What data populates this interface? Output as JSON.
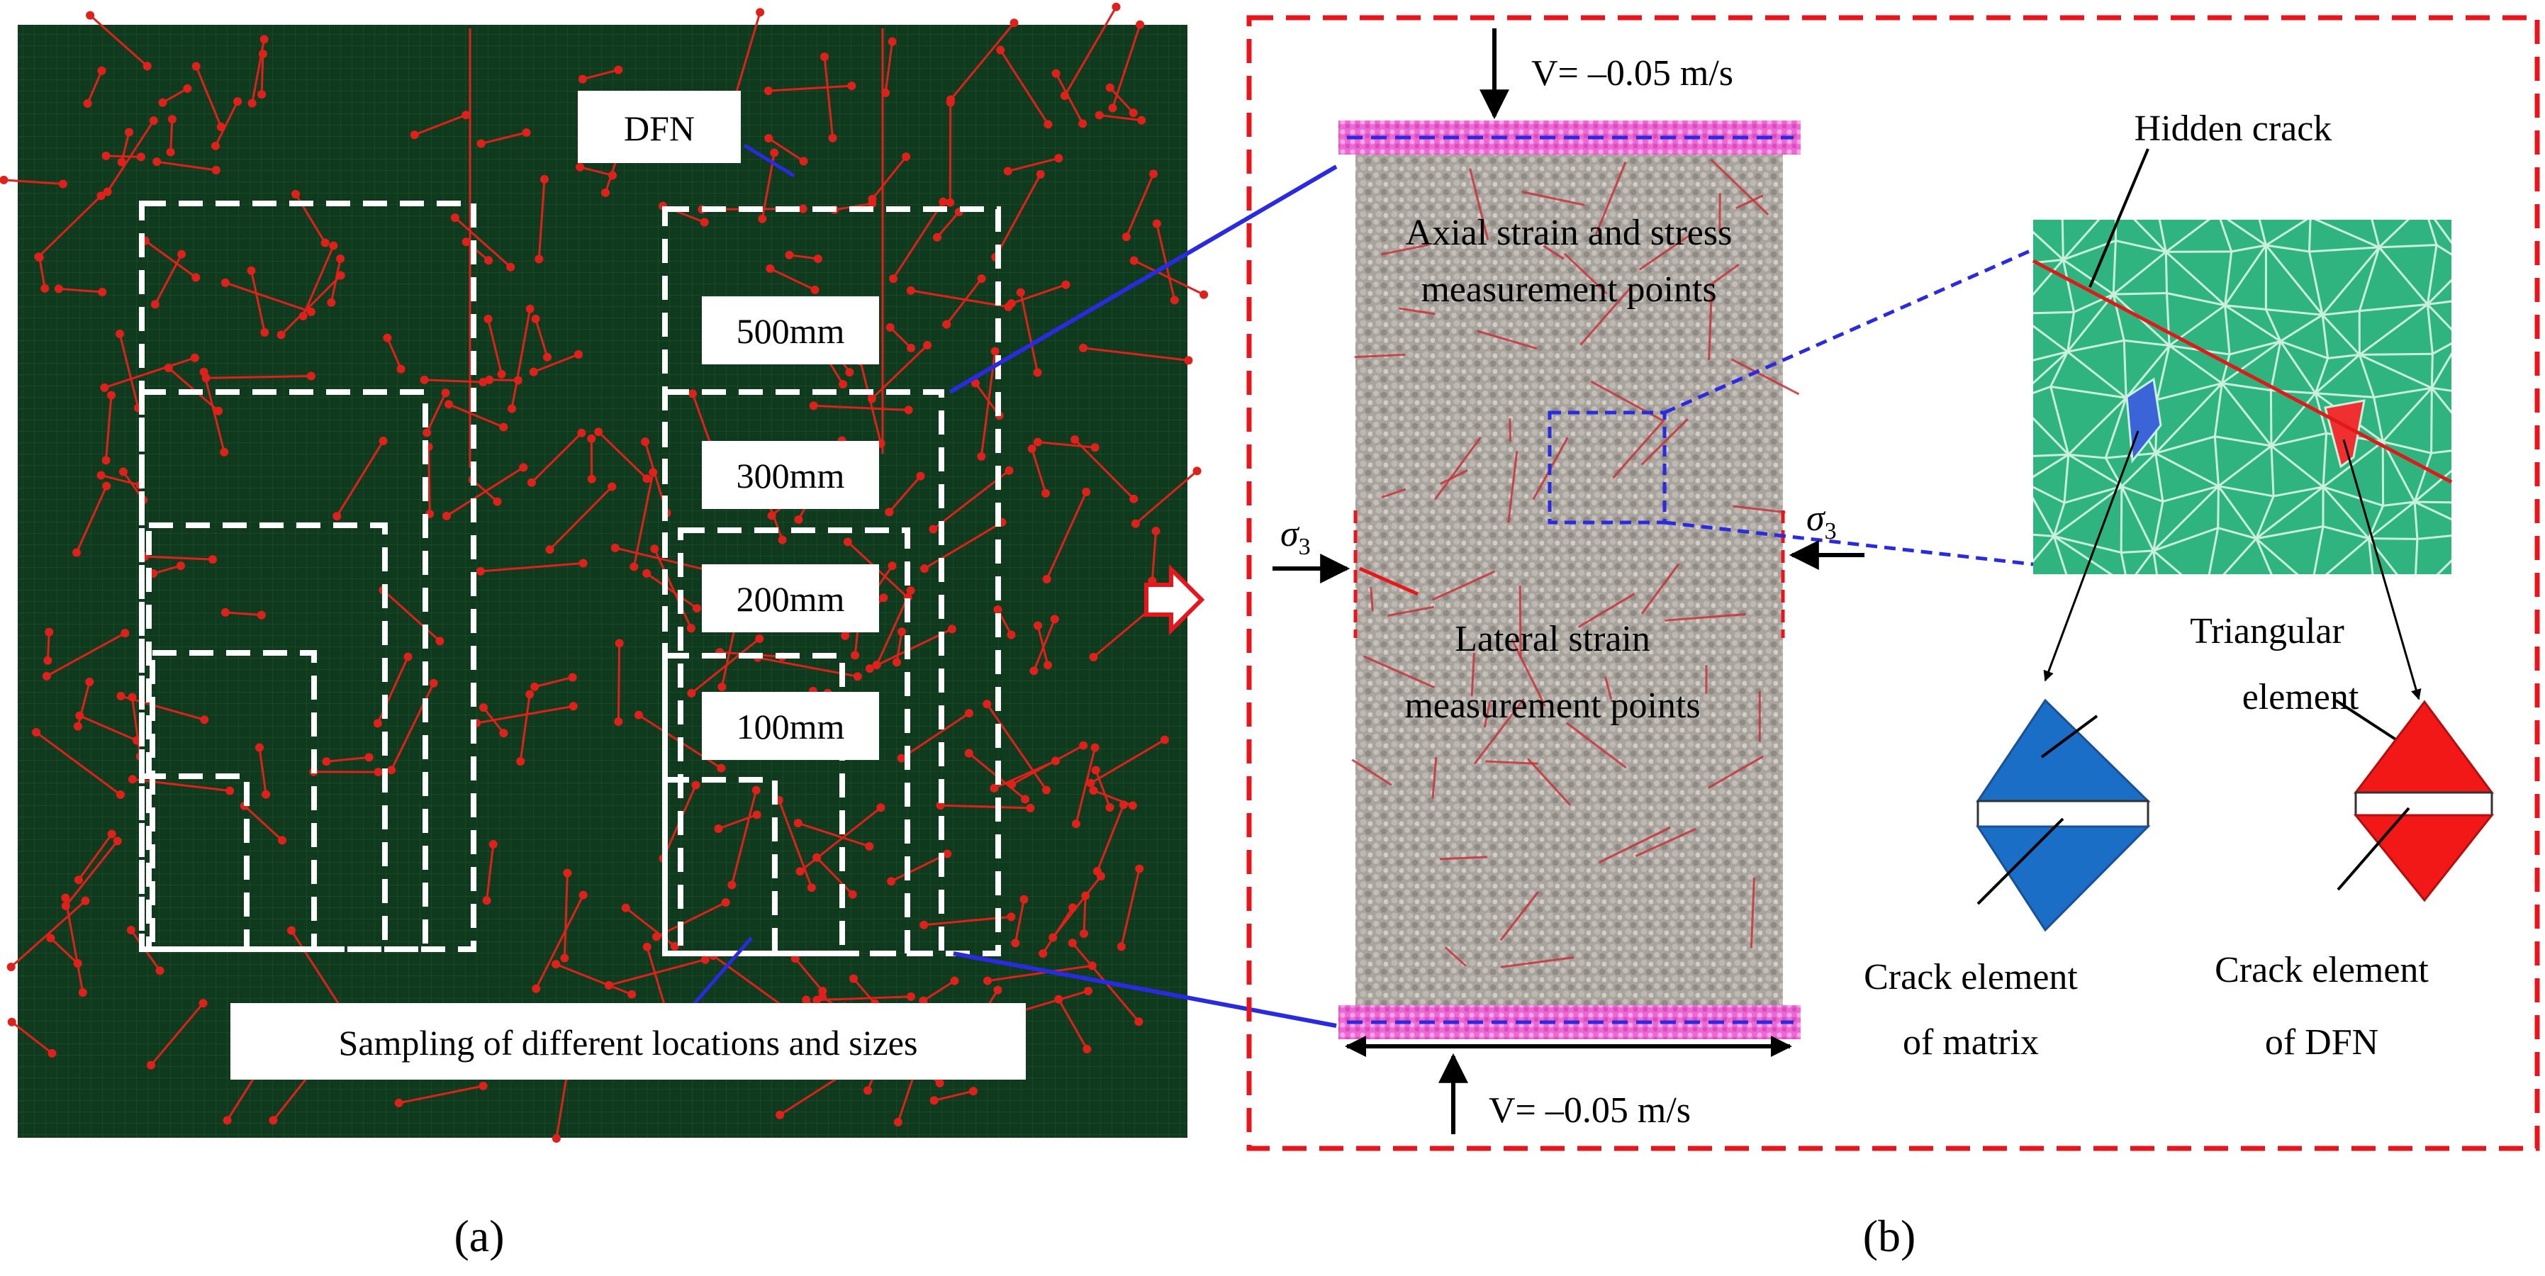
{
  "panel_a": {
    "dfn_label": "DFN",
    "size_labels": [
      "500mm",
      "300mm",
      "200mm",
      "100mm"
    ],
    "sampling_label": "Sampling of different locations and sizes",
    "caption": "(a)"
  },
  "panel_b": {
    "velocity_top": "V= –0.05 m/s",
    "velocity_bottom": "V= –0.05 m/s",
    "axial_label_line1": "Axial strain and stress",
    "axial_label_line2": "measurement points",
    "lateral_label_line1": "Lateral strain",
    "lateral_label_line2": "measurement points",
    "sigma_symbol": "σ",
    "sigma_subscript": "3",
    "hidden_crack_label": "Hidden crack",
    "triangular_label_line1": "Triangular",
    "triangular_label_line2": "element",
    "matrix_label_line1": "Crack element",
    "matrix_label_line2": "of matrix",
    "dfn_crack_label_line1": "Crack element",
    "dfn_crack_label_line2": "of DFN",
    "caption": "(b)"
  },
  "colors": {
    "dfn_background": "#0f3a1e",
    "fracture": "#e0201a",
    "sample_outline": "#ffffff",
    "specimen_gray": "#aaa69f",
    "platen": "#ef6ad6",
    "connector": "#2a2ae0",
    "frame_red": "#e8161c",
    "mesh_green": "#2fb47f",
    "matrix_blue": "#1a6ec6",
    "dfn_red": "#f21818"
  }
}
